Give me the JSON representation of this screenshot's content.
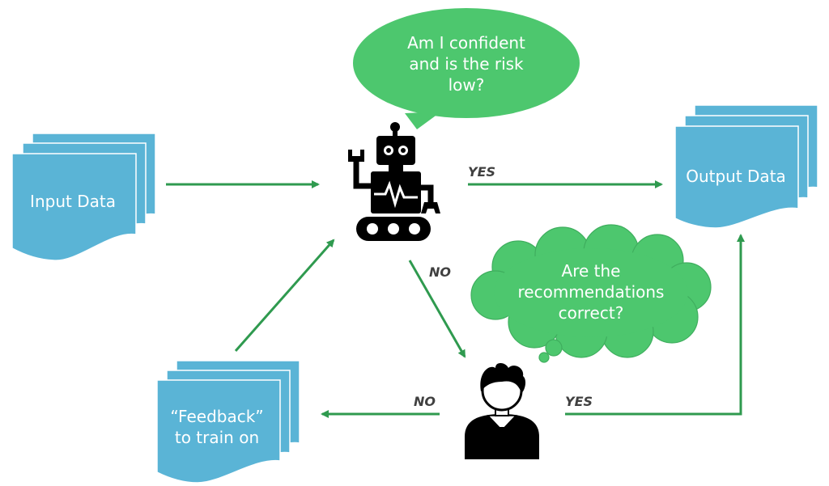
{
  "colors": {
    "document": "#5ab4d6",
    "document_stroke": "#4a9ec2",
    "arrow": "#2f9a4f",
    "bubble": "#4dc76e",
    "icon": "#000000"
  },
  "nodes": {
    "input": {
      "label": "Input Data",
      "icon": "stacked-documents-icon"
    },
    "output": {
      "label": "Output Data",
      "icon": "stacked-documents-icon"
    },
    "feedback": {
      "line1": "“Feedback”",
      "line2": "to train on",
      "icon": "stacked-documents-icon"
    },
    "robot": {
      "icon": "robot-icon"
    },
    "human": {
      "icon": "person-icon"
    }
  },
  "bubbles": {
    "robot_thought": {
      "lines": [
        "Am I confident",
        "and is the risk",
        "low?"
      ],
      "shape": "speech-bubble"
    },
    "human_thought": {
      "lines": [
        "Are the",
        "recommendations",
        "correct?"
      ],
      "shape": "thought-cloud"
    }
  },
  "edges": {
    "robot_to_output": "YES",
    "robot_to_human": "NO",
    "human_to_feedback": "NO",
    "human_to_output": "YES"
  }
}
